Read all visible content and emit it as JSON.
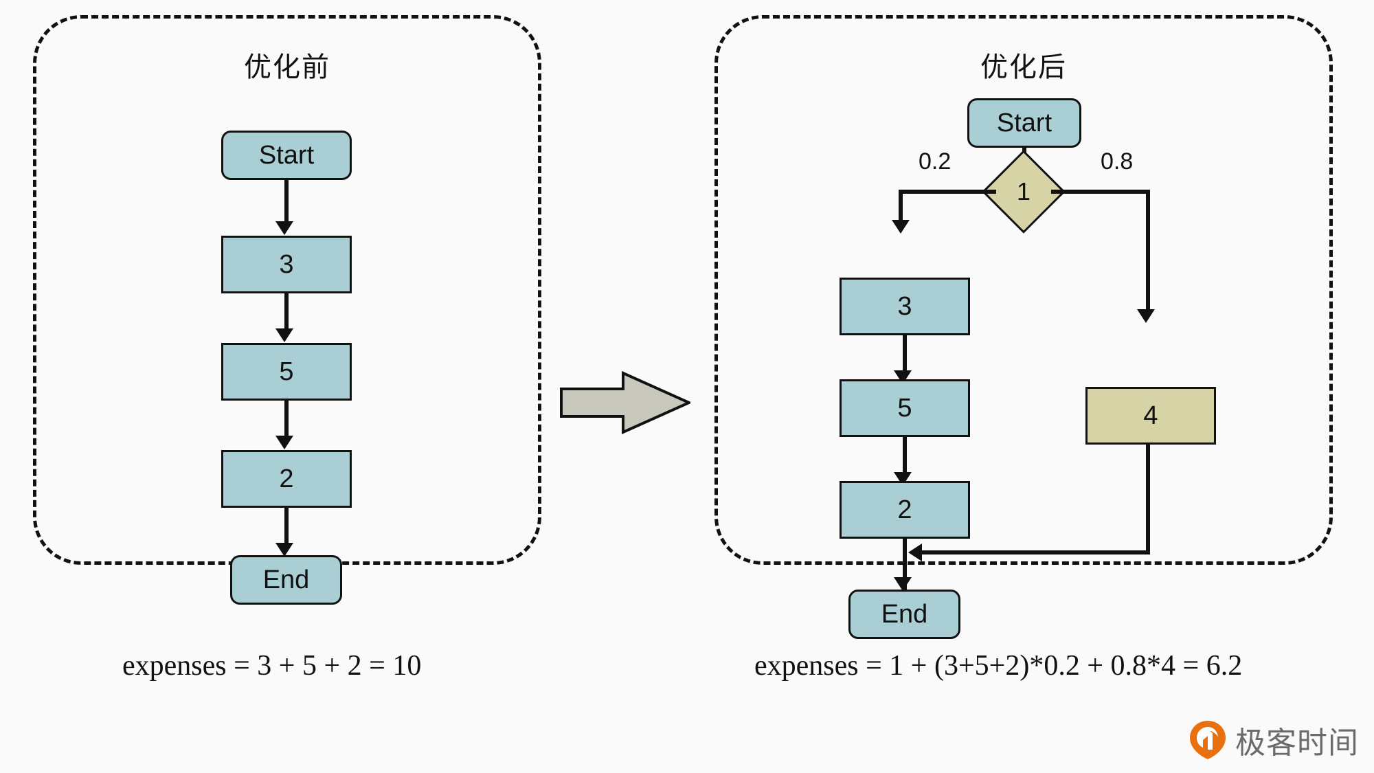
{
  "figure": {
    "type": "flowchart-comparison",
    "background": "#fafafa",
    "colors": {
      "node_fill": "#a9ced3",
      "alt_node_fill": "#d6d3a6",
      "stroke": "#111111",
      "big_arrow_fill": "#c8c8bc",
      "brand_orange": "#e8700f",
      "watermark_gray": "#6b6b6b"
    }
  },
  "panels": {
    "before": {
      "title": "优化前",
      "nodes": [
        {
          "id": "start",
          "label": "Start",
          "shape": "terminal"
        },
        {
          "id": "n3",
          "label": "3",
          "shape": "process"
        },
        {
          "id": "n5",
          "label": "5",
          "shape": "process"
        },
        {
          "id": "n2",
          "label": "2",
          "shape": "process"
        },
        {
          "id": "end",
          "label": "End",
          "shape": "terminal"
        }
      ],
      "formula": "expenses = 3 + 5 + 2 = 10",
      "total": 10
    },
    "after": {
      "title": "优化后",
      "nodes": [
        {
          "id": "start",
          "label": "Start",
          "shape": "terminal"
        },
        {
          "id": "d1",
          "label": "1",
          "shape": "decision"
        },
        {
          "id": "n3",
          "label": "3",
          "shape": "process"
        },
        {
          "id": "n5",
          "label": "5",
          "shape": "process"
        },
        {
          "id": "n2",
          "label": "2",
          "shape": "process"
        },
        {
          "id": "n4",
          "label": "4",
          "shape": "process-alt"
        },
        {
          "id": "end",
          "label": "End",
          "shape": "terminal"
        }
      ],
      "edge_labels": {
        "left_branch": "0.2",
        "right_branch": "0.8"
      },
      "formula": "expenses = 1 + (3+5+2)*0.2 + 0.8*4 = 6.2",
      "total": 6.2
    }
  },
  "transition": {
    "icon": "right-arrow-icon"
  },
  "watermark": {
    "icon": "geektime-logo-icon",
    "text": "极客时间"
  }
}
